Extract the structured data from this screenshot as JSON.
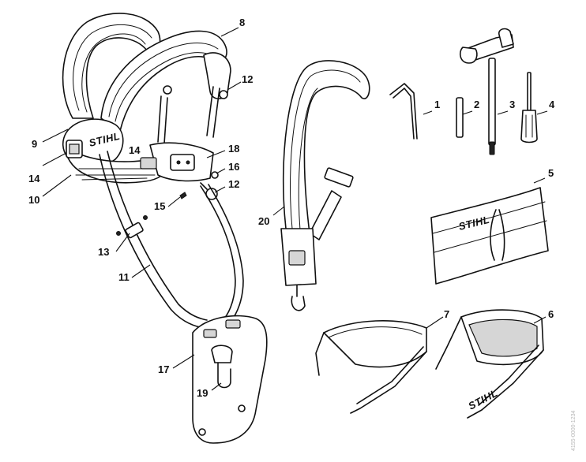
{
  "brand": {
    "harness_logo": "STIHL",
    "case_logo": "STIHL",
    "sunglasses_logo": "STIHL"
  },
  "watermark": "4155-0000-1234",
  "callouts": [
    {
      "id": "c1",
      "label": "1"
    },
    {
      "id": "c2",
      "label": "2"
    },
    {
      "id": "c3",
      "label": "3"
    },
    {
      "id": "c4",
      "label": "4"
    },
    {
      "id": "c5",
      "label": "5"
    },
    {
      "id": "c6",
      "label": "6"
    },
    {
      "id": "c7",
      "label": "7"
    },
    {
      "id": "c8",
      "label": "8"
    },
    {
      "id": "c9",
      "label": "9"
    },
    {
      "id": "c10",
      "label": "10"
    },
    {
      "id": "c11",
      "label": "11"
    },
    {
      "id": "c12a",
      "label": "12"
    },
    {
      "id": "c12b",
      "label": "12"
    },
    {
      "id": "c13",
      "label": "13"
    },
    {
      "id": "c14a",
      "label": "14"
    },
    {
      "id": "c14b",
      "label": "14"
    },
    {
      "id": "c15",
      "label": "15"
    },
    {
      "id": "c16",
      "label": "16"
    },
    {
      "id": "c17",
      "label": "17"
    },
    {
      "id": "c18",
      "label": "18"
    },
    {
      "id": "c19",
      "label": "19"
    },
    {
      "id": "c20",
      "label": "20"
    }
  ]
}
